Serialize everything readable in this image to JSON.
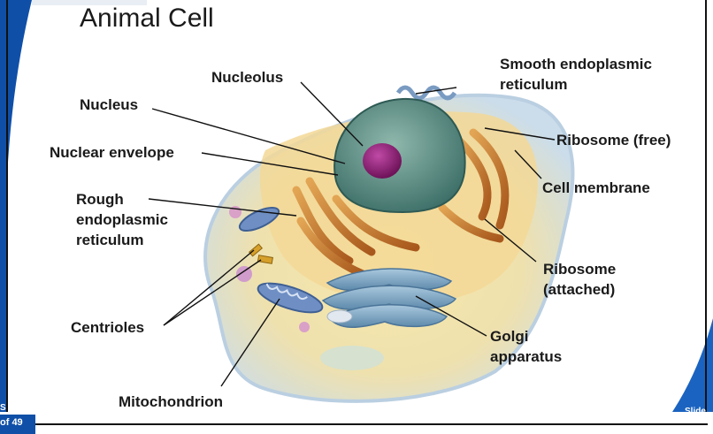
{
  "title": "Animal Cell",
  "labels": {
    "nucleolus": "Nucleolus",
    "smooth_er_line1": "Smooth endoplasmic",
    "smooth_er_line2": "reticulum",
    "nucleus": "Nucleus",
    "ribosome_free": "Ribosome (free)",
    "nuclear_envelope": "Nuclear envelope",
    "cell_membrane": "Cell membrane",
    "rough_er_line1": "Rough",
    "rough_er_line2": "endoplasmic",
    "rough_er_line3": "reticulum",
    "ribosome_attached_line1": "Ribosome",
    "ribosome_attached_line2": "(attached)",
    "centrioles": "Centrioles",
    "golgi_line1": "Golgi",
    "golgi_line2": "apparatus",
    "mitochondrion": "Mitochondrion"
  },
  "footer": {
    "page_counter": "of 49",
    "slide_word": "Slide",
    "left_char": "S"
  },
  "colors": {
    "frame_blue": "#0f4fa8",
    "nucleus_teal": "#4f8a80",
    "nucleolus_purple": "#8e1e78",
    "cytoplasm_yellow": "#f1e3a4",
    "rough_er_orange": "#c8792b",
    "golgi_blue": "#7fa7c4"
  }
}
